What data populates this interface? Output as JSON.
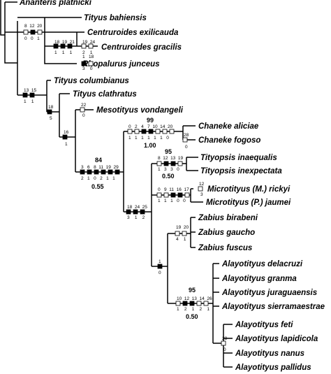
{
  "taxa": {
    "ananteris_platnicki": "Ananteris platnicki",
    "tityus_bahiensis": "Tityus bahiensis",
    "centruroides_exilicauda": "Centruroides exilicauda",
    "centruroides_gracilis": "Centruroides gracilis",
    "rhopalurus_junceus": "Rhopalurus junceus",
    "tityus_columbianus": "Tityus columbianus",
    "tityus_clathratus": "Tityus clathratus",
    "mesotityus_vondangeli": "Mesotityus vondangeli",
    "chaneke_aliciae": "Chaneke aliciae",
    "chaneke_fogoso": "Chaneke fogoso",
    "tityopsis_inaequalis": "Tityopsis inaequalis",
    "tityopsis_inexpectata": "Tityopsis inexpectata",
    "microtityus_rickyi": "Microtityus (M.) rickyi",
    "microtityus_jaumei": "Microtityus (P.) jaumei",
    "zabius_birabeni": "Zabius birabeni",
    "zabius_gaucho": "Zabius gaucho",
    "zabius_fuscus": "Zabius fuscus",
    "alayotityus_delacruzi": "Alayotityus delacruzi",
    "alayotityus_granma": "Alayotityus granma",
    "alayotityus_juraguaensis": "Alayotityus juraguaensis",
    "alayotityus_sierramaestrae": "Alayotityus sierramaestrae",
    "alayotityus_feti": "Alayotityus feti",
    "alayotityus_lapidicola": "Alayotityus lapidicola",
    "alayotityus_nanus": "Alayotityus nanus",
    "alayotityus_pallidus": "Alayotityus pallidus"
  },
  "characters": {
    "tityus_bahiensis_clade": {
      "chars": "8  12  20",
      "states": "0   0   1",
      "fills": [
        "white",
        "black",
        "white"
      ]
    },
    "centruroides_rhopalurus": {
      "chars": "18  19  21",
      "states": "1    1    1",
      "fills": [
        "black",
        "black",
        "black"
      ]
    },
    "centruroides": {
      "chars": "19  24",
      "states": "2    1",
      "fills": [
        "white",
        "white"
      ]
    },
    "rhopalurus": {
      "chars": "1   18",
      "states": "3    0",
      "fills": [
        "black",
        "white"
      ]
    },
    "tityus_columbianus_clade": {
      "chars": "13  15",
      "states": "1    1",
      "fills": [
        "black",
        "black"
      ]
    },
    "node_18": {
      "chars": "18",
      "states": "5",
      "fills": [
        "black"
      ]
    },
    "node_16": {
      "chars": "16",
      "states": "1",
      "fills": [
        "black"
      ]
    },
    "mesotityus": {
      "chars": "22",
      "states": "0",
      "fills": [
        "white"
      ]
    },
    "node_84": {
      "chars": "3   6   8  11  19  29",
      "states": "2   1   0   2   1   1",
      "fills": [
        "black",
        "black",
        "black",
        "black",
        "black",
        "black"
      ]
    },
    "chaneke": {
      "chars": "0   2   4   7  10  14  20",
      "states": "1   1   1   1   1   1   0",
      "fills": [
        "white",
        "white",
        "black",
        "black",
        "white",
        "white",
        "white"
      ]
    },
    "chaneke_fogoso": {
      "chars": "28",
      "states": "0",
      "fills": [
        "white"
      ]
    },
    "tityopsis": {
      "chars": "8  12  13  19",
      "states": "1   3   3   0",
      "fills": [
        "white",
        "black",
        "black",
        "white"
      ]
    },
    "microtityus": {
      "chars": "0   9  11  16  17",
      "states": "1   1   1   0   0",
      "fills": [
        "white",
        "white",
        "black",
        "black",
        "white"
      ]
    },
    "microtityus_rickyi": {
      "chars": "12",
      "states": "3",
      "fills": [
        "white"
      ]
    },
    "node_18_24_25": {
      "chars": "18  24  25",
      "states": "3    1    2",
      "fills": [
        "black",
        "black",
        "black"
      ]
    },
    "zabius": {
      "chars": "19  20",
      "states": "4    1",
      "fills": [
        "white",
        "white"
      ]
    },
    "node_1": {
      "chars": "1",
      "states": "0",
      "fills": [
        "black"
      ]
    },
    "alayotityus": {
      "chars": "10  12  13  14  26",
      "states": "1    2    1    2    1",
      "fills": [
        "white",
        "black",
        "black",
        "white",
        "white"
      ]
    },
    "alayotityus_subclade": {
      "chars": "28",
      "states": "0",
      "fills": [
        "white"
      ]
    }
  },
  "support": {
    "chaneke_top": "99",
    "chaneke_bottom": "1.00",
    "node84_top": "84",
    "node84_bottom": "0.55",
    "tityopsis_top": "95",
    "tityopsis_bottom": "0.50",
    "alayotityus_top": "95",
    "alayotityus_bottom": "0.50"
  }
}
